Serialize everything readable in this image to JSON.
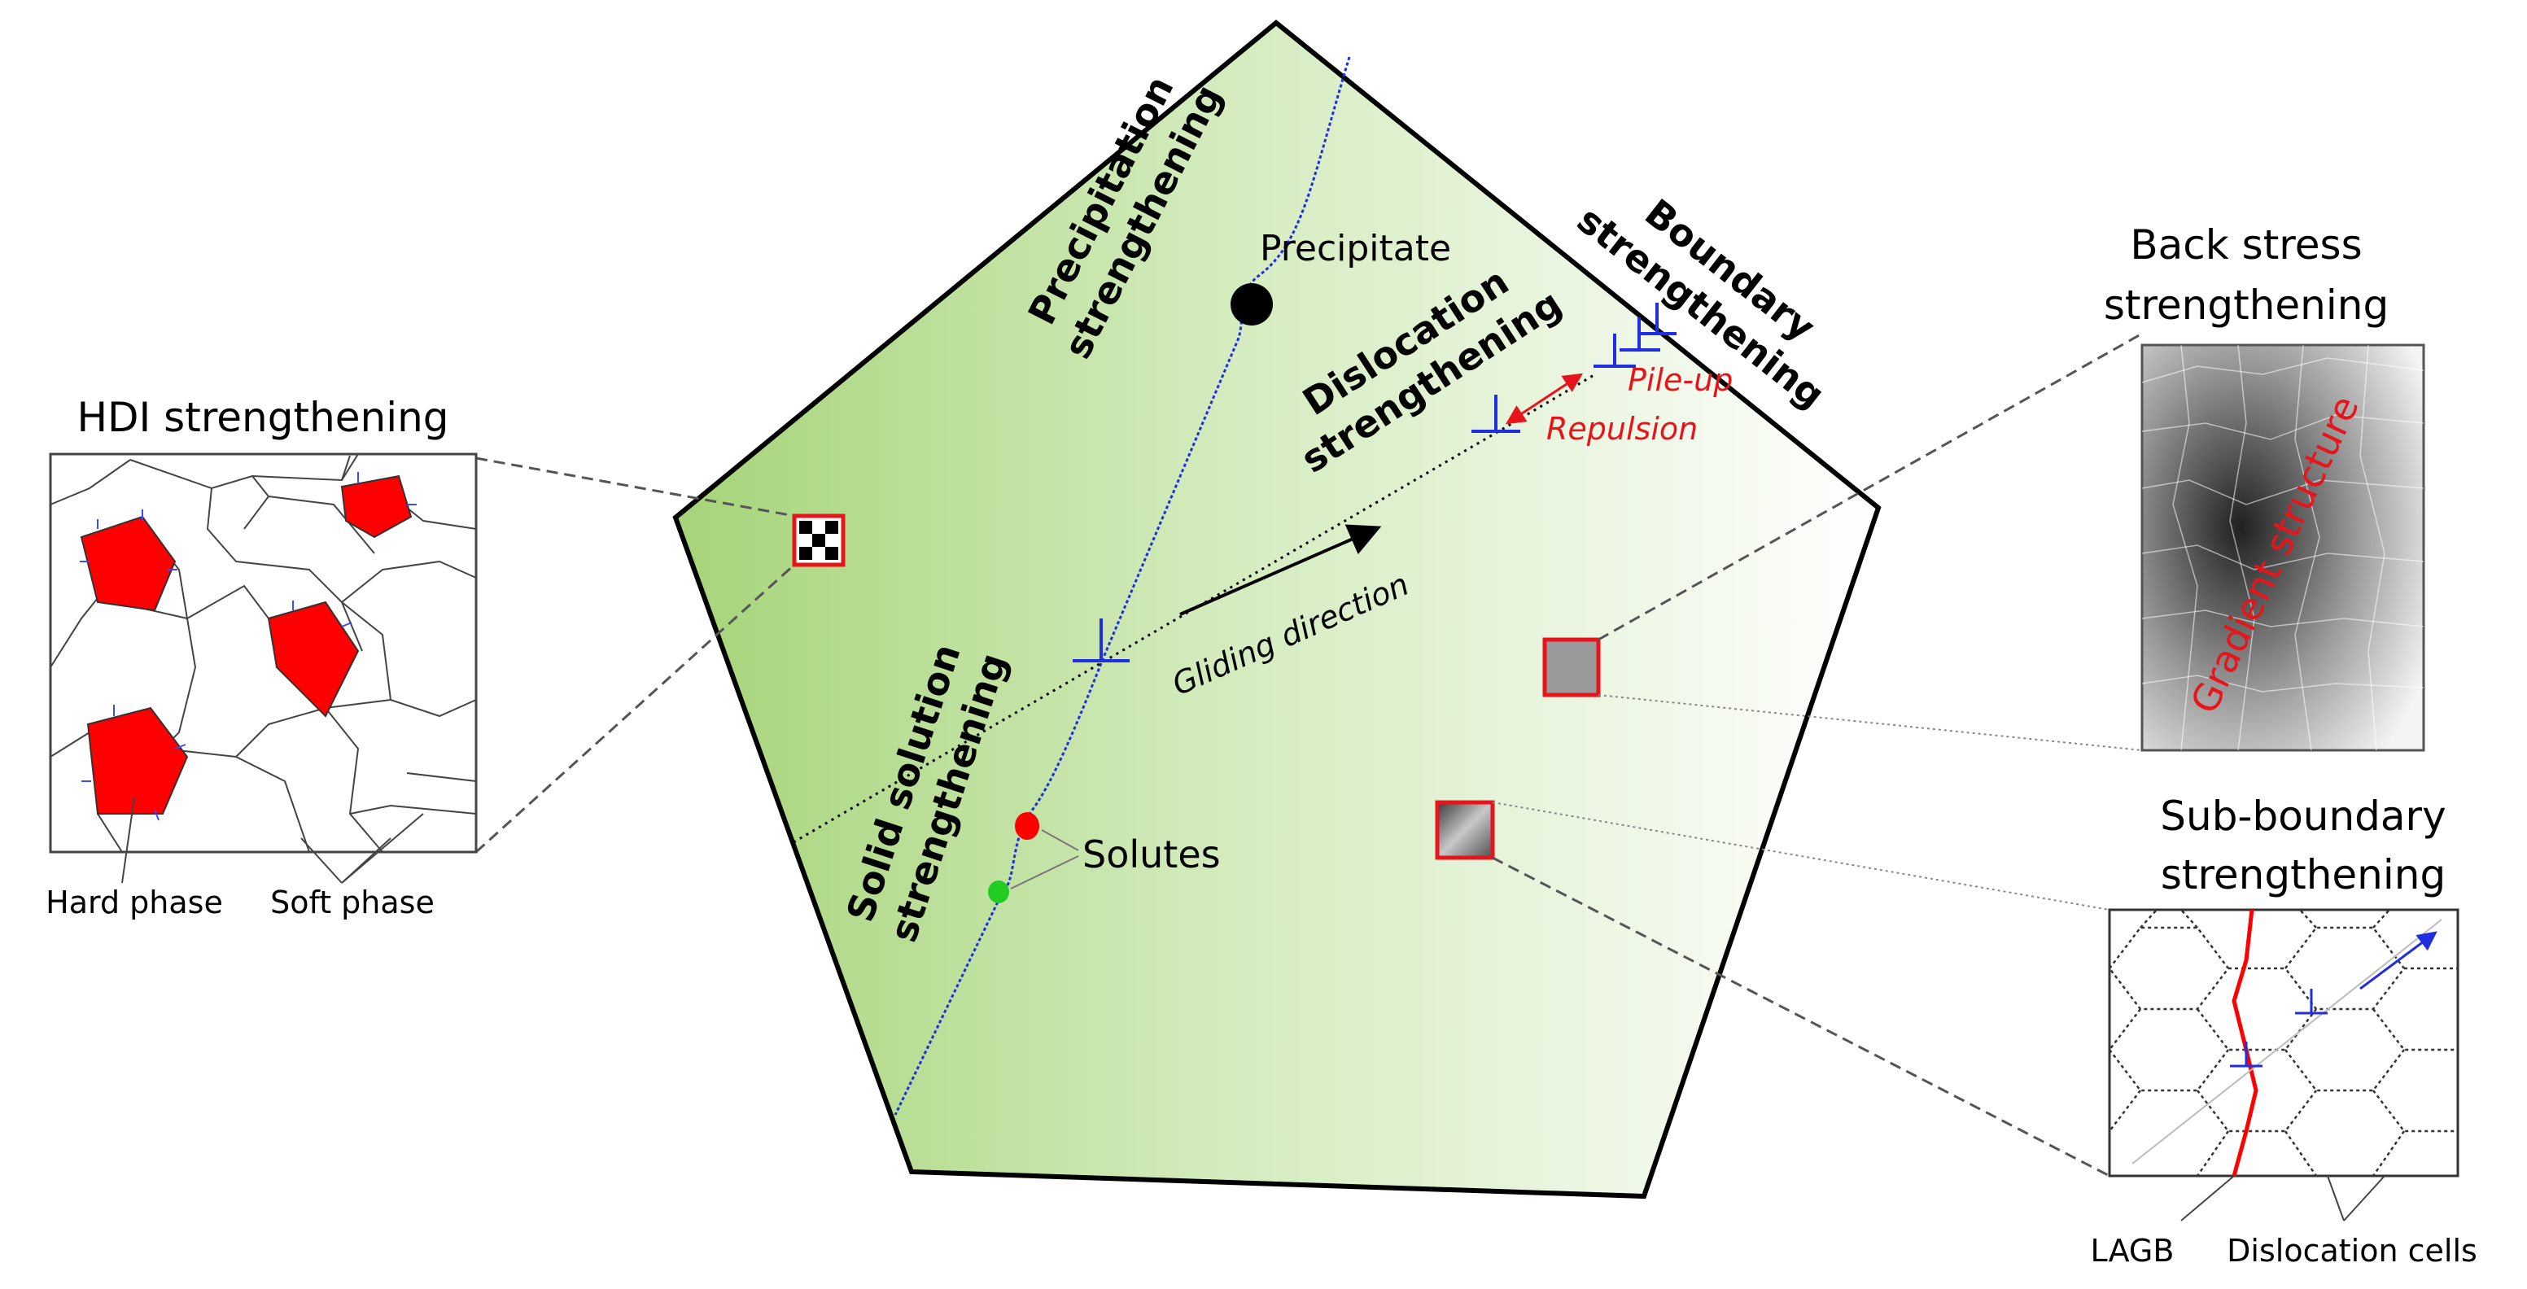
{
  "labels": {
    "hdi_title": "HDI strengthening",
    "hard_phase": "Hard phase",
    "soft_phase": "Soft phase",
    "precipitation_line1": "Precipitation",
    "precipitation_line2": "strengthening",
    "precipitate": "Precipitate",
    "dislocation_line1": "Dislocation",
    "dislocation_line2": "strengthening",
    "boundary_line1": "Boundary",
    "boundary_line2": "strengthening",
    "pile_up": "Pile-up",
    "repulsion": "Repulsion",
    "gliding_direction": "Gliding direction",
    "solid_solution_line1": "Solid solution",
    "solid_solution_line2": "strengthening",
    "solutes": "Solutes",
    "back_stress_line1": "Back stress",
    "back_stress_line2": "strengthening",
    "gradient_structure": "Gradient structure",
    "sub_boundary_line1": "Sub-boundary",
    "sub_boundary_line2": "strengthening",
    "lagb": "LAGB",
    "dislocation_cells": "Dislocation cells"
  },
  "colors": {
    "pentagon_green": "#a6d479",
    "hard_phase_red": "#ff0000",
    "dislocation_blue": "#1f2ee0",
    "annotation_red": "#e8141c",
    "solute_red": "#ff0000",
    "solute_green": "#22cc22"
  }
}
